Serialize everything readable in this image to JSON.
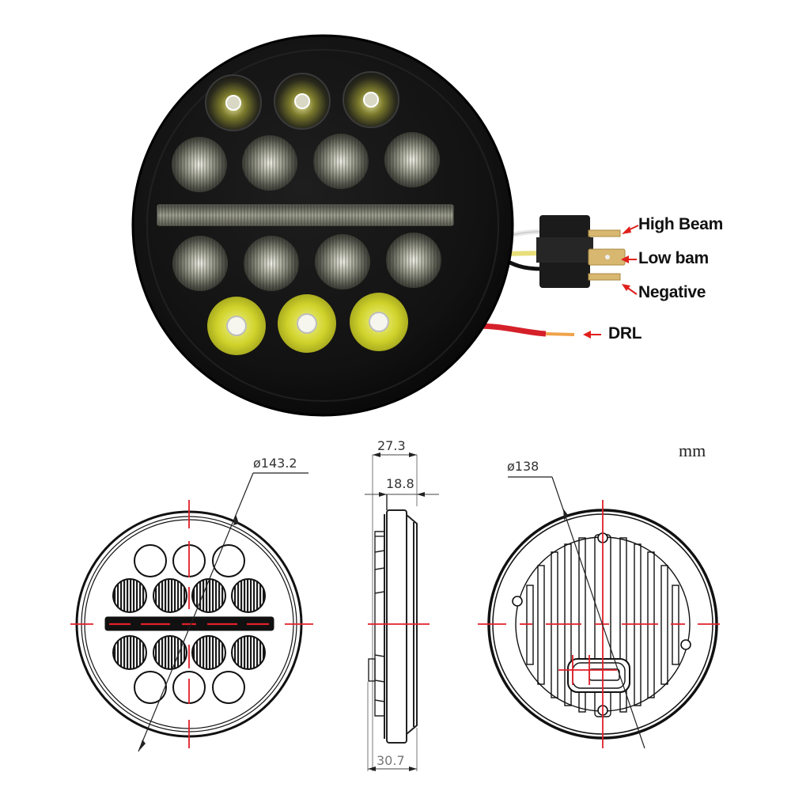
{
  "product_photo": {
    "description": "7-inch round LED headlight, black housing, front view",
    "led_layout": {
      "top_row_projectors": 3,
      "upper_reflector_row": 4,
      "drl_bar": 1,
      "lower_reflector_row": 4,
      "bottom_row_projectors": 3
    },
    "connector": "H4 3-pin plug",
    "wire_labels": [
      {
        "id": "high",
        "label": "High Beam"
      },
      {
        "id": "low",
        "label": "Low bam"
      },
      {
        "id": "neg",
        "label": "Negative"
      },
      {
        "id": "drl",
        "label": "DRL"
      }
    ],
    "colors": {
      "housing": "#141414",
      "accent_arrow": "#e0201c",
      "yellow_lens": "#cfd22a",
      "drl_wire": "#d5202a",
      "pin": "#d8b770"
    }
  },
  "drawings": {
    "unit": "mm",
    "front_view": {
      "diameter_label": "ø143.2"
    },
    "side_view": {
      "overall_depth_label": "27.3",
      "body_depth_label": "18.8",
      "total_depth_label": "30.7"
    },
    "rear_view": {
      "diameter_label": "ø138"
    },
    "colors": {
      "line": "#111111",
      "centerline": "#e0202a",
      "dim_line": "#555555"
    }
  }
}
